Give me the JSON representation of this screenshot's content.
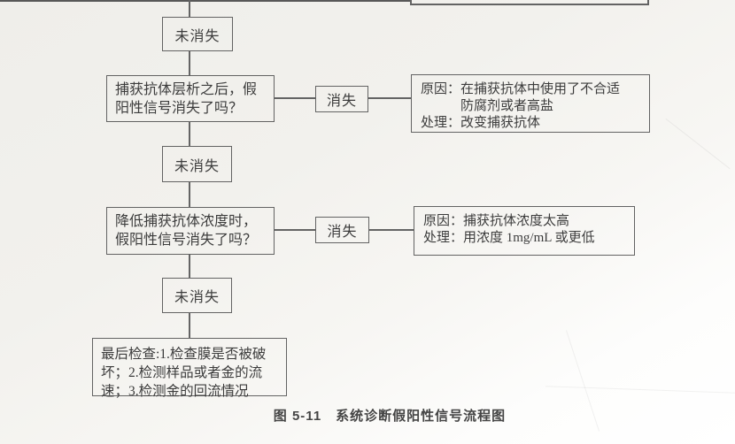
{
  "figure": {
    "caption_number": "图 5-11",
    "caption_title": "系统诊断假阳性信号流程图"
  },
  "flow": {
    "not_disappeared_1": "未消失",
    "question_1": {
      "line1": "捕获抗体层析之后，假",
      "line2": "阳性信号消失了吗？"
    },
    "disappeared_1": "消失",
    "reason_1": {
      "cause_label": "原因：",
      "cause_line1": "在捕获抗体中使用了不合适",
      "cause_line2": "防腐剂或者高盐",
      "action_label": "处理：",
      "action": "改变捕获抗体"
    },
    "not_disappeared_2": "未消失",
    "question_2": {
      "line1": "降低捕获抗体浓度时，",
      "line2": "假阳性信号消失了吗？"
    },
    "disappeared_2": "消失",
    "reason_2": {
      "cause_label": "原因：",
      "cause": "捕获抗体浓度太高",
      "action_label": "处理：",
      "action": "用浓度 1mg/mL 或更低"
    },
    "not_disappeared_3": "未消失",
    "final_check": {
      "line1": "最后检查:1.检查膜是否被破",
      "line2": "坏；2.检测样品或者金的流",
      "line3": "速；3.检测金的回流情况"
    }
  },
  "colors": {
    "line": "#646464",
    "text": "#3c3c3c",
    "background": "#f2f1ed"
  }
}
